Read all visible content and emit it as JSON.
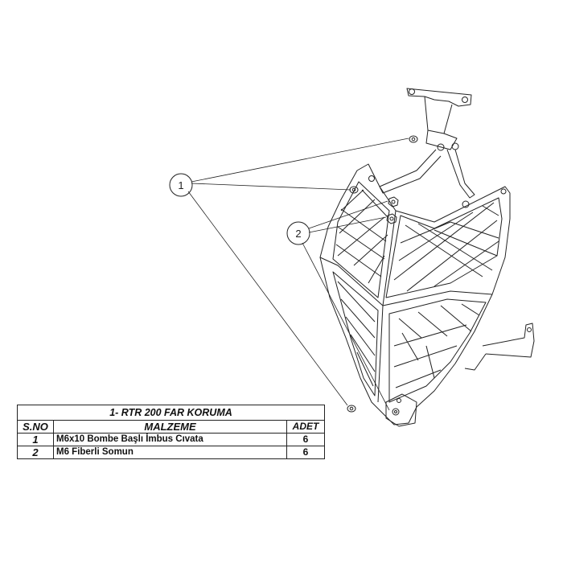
{
  "callouts": [
    {
      "label": "1"
    },
    {
      "label": "2"
    }
  ],
  "bom": {
    "title": "1- RTR 200 FAR KORUMA",
    "headers": {
      "no": "S.NO",
      "material": "MALZEME",
      "qty": "ADET"
    },
    "rows": [
      {
        "no": "1",
        "material": "M6x10 Bombe Başlı İmbus Cıvata",
        "qty": "6"
      },
      {
        "no": "2",
        "material": "M6 Fiberli Somun",
        "qty": "6"
      }
    ]
  }
}
